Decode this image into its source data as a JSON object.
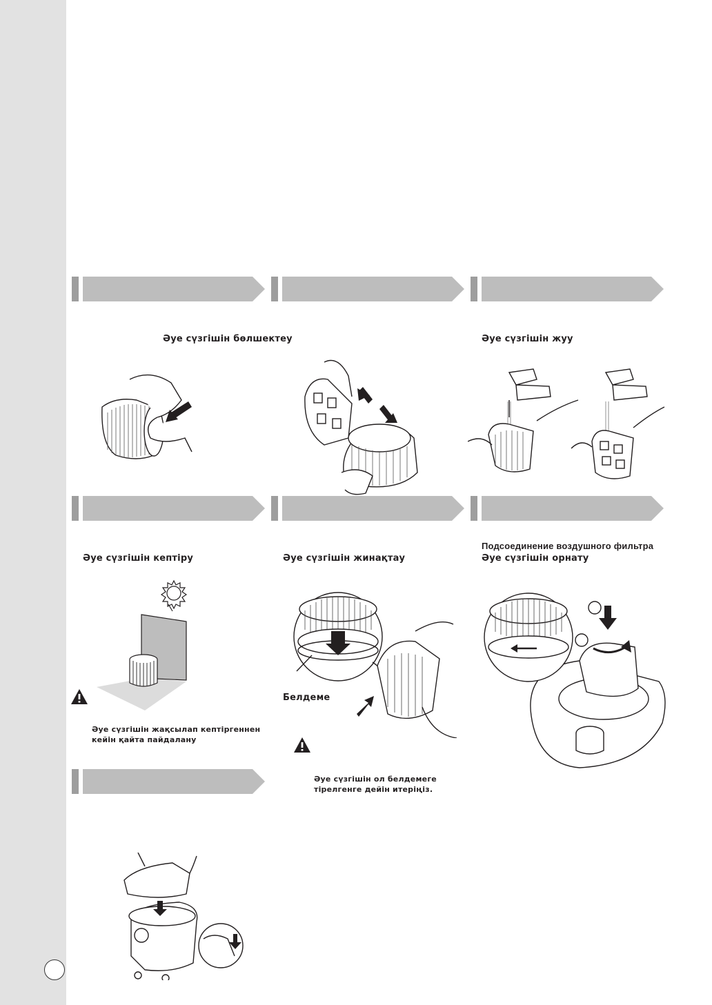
{
  "page": {
    "background": "#ffffff",
    "strip_color": "#e2e2e2",
    "header_bar_color": "#bdbdbd",
    "header_accent_color": "#9e9e9e"
  },
  "steps": {
    "disassemble": {
      "caption": "Әуе сүзгішін бөлшектеу"
    },
    "wash": {
      "caption": "Әуе сүзгішін жуу"
    },
    "dry": {
      "caption": "Әуе сүзгішін кептіру",
      "note_line1": "Әуе сүзгішін жақсылап кептіргеннен",
      "note_line2": "кейін қайта пайдалану"
    },
    "assemble": {
      "caption": "Әуе сүзгішін жинақтау",
      "label_ring": "Белдеме",
      "note_line1": "Әуе сүзгішін ол белдемеге",
      "note_line2": "тірелгенге дейін итеріңіз."
    },
    "install": {
      "caption_ru": "Подсоединение воздушного фильтра",
      "caption_kz": "Әуе сүзгішін орнату"
    }
  },
  "icons": {
    "warning": "warning-triangle-icon",
    "sun": "sun-icon"
  }
}
